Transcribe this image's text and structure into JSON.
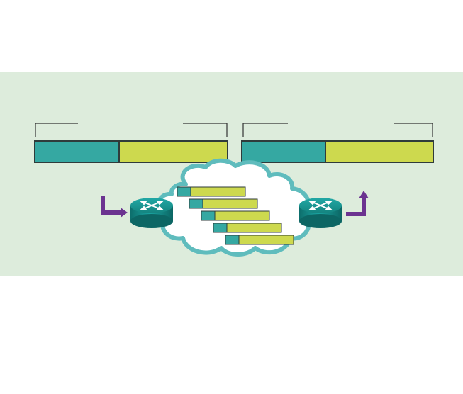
{
  "diagram": {
    "colors": {
      "panel_bg": "#ddecdc",
      "header_teal": "#35a8a2",
      "payload_yellow": "#cdd94e",
      "outline": "#2f3b3b",
      "cloud_edge": "#5fbcbd",
      "router_teal": "#17908e",
      "arrow_purple": "#6b3390"
    },
    "packets_left": [
      {
        "id": "packet-left-1",
        "header": "teal",
        "payload": "yellow"
      }
    ],
    "packets_right": [
      {
        "id": "packet-right-1",
        "header": "teal",
        "payload": "yellow"
      }
    ],
    "fragment_count": 5,
    "icons": [
      "router-icon",
      "router-icon",
      "arrow-in-icon",
      "arrow-out-icon",
      "cloud-icon"
    ]
  }
}
